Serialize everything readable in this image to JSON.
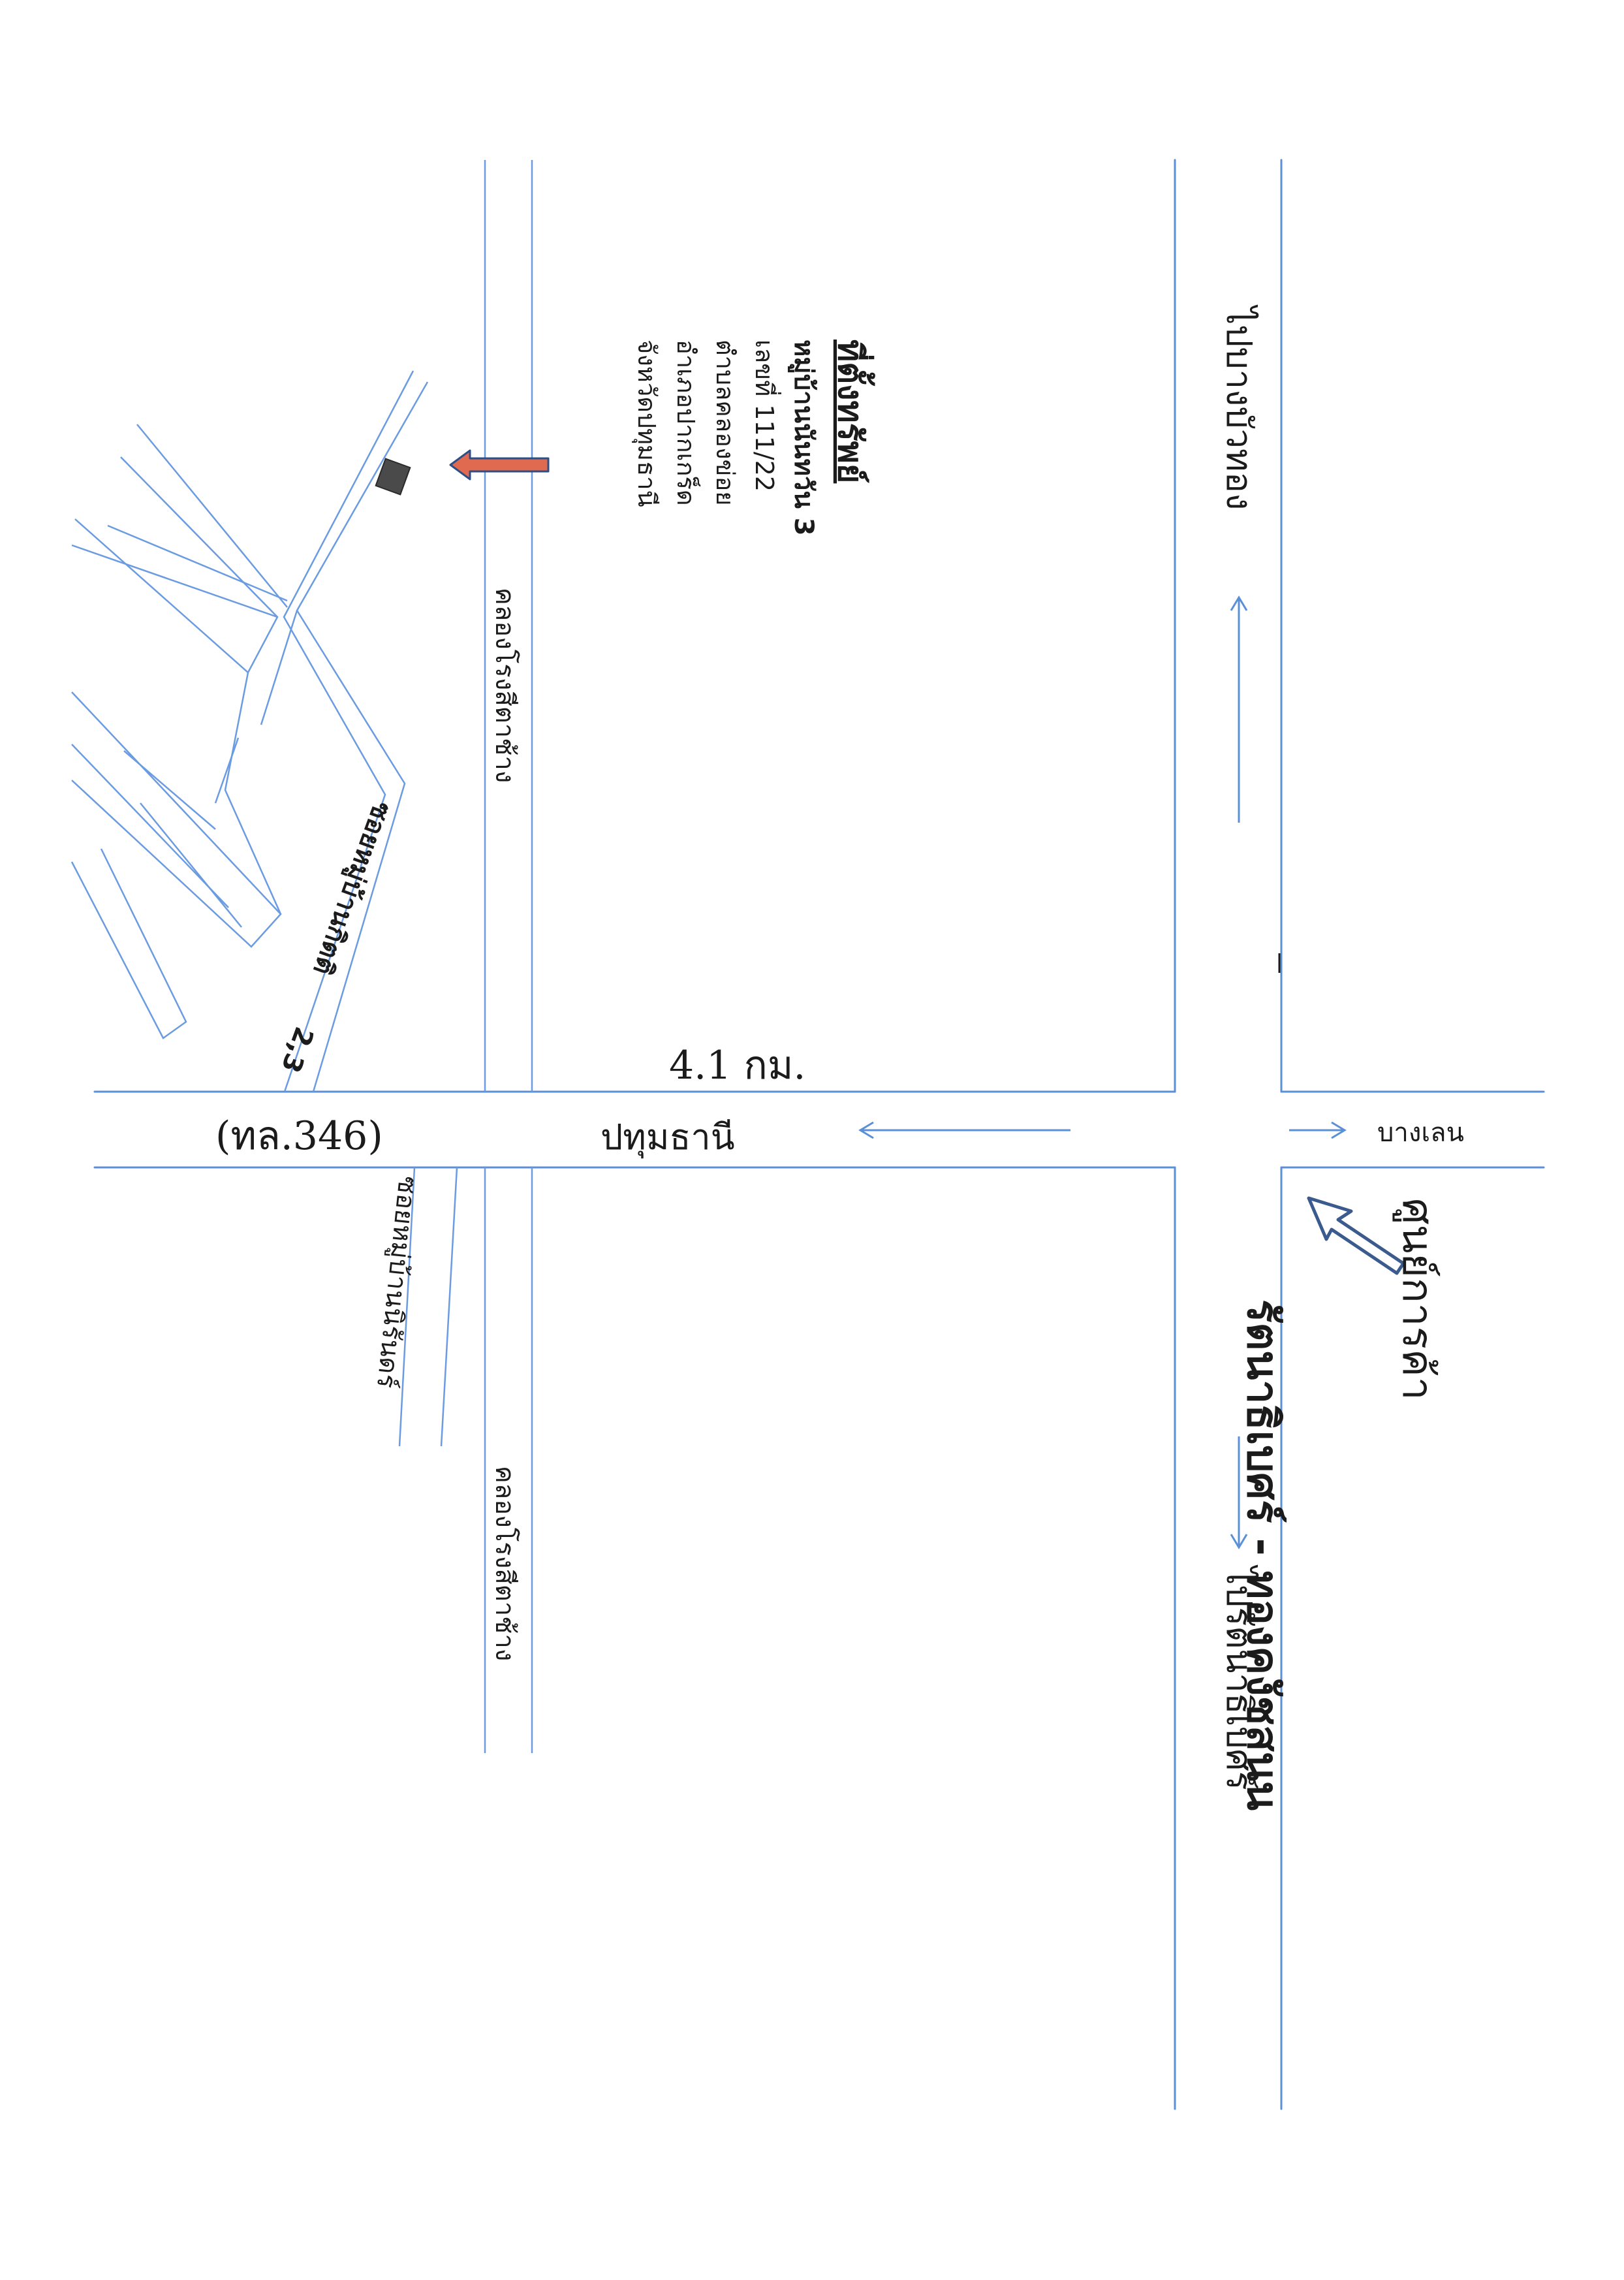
{
  "map": {
    "highway_label": "(ทล.346)",
    "to_pathum_thani": "ปทุมธานี",
    "distance": "4.1 กม.",
    "to_bang_len": "บางเลน",
    "main_road": "รัตนาธิเบศร์ - ทองคงัชสนน",
    "to_bang_bua_thong": "ไปบางบัวทอง",
    "to_sai_noi": "ไปรัตนาธิเบศร์",
    "canal_north": "คลองโรงสีตาช้าง",
    "canal_south": "คลองโรงสีตาช้าง",
    "soi_village": "ซอยหมู่บ้านกิตติ",
    "soi_chalermpol": "ซอยหมู่บ้านนิรันดร์",
    "soi_number": "2,3",
    "landmark": "ศูนย์การค้า",
    "destination": {
      "title": "ที่ตั้งทรัพย์",
      "village": "หมู่บ้านนันทวัน 3",
      "house_no": "เลขที่ 111/22",
      "subdistrict": "ตำบลคลองข่อย",
      "district": "อำเภอปากเกร็ด",
      "province": "จังหวัดปทุมธานี"
    },
    "colors": {
      "road": "#5b8fd6",
      "marker_arrow": "#e06a4f",
      "marker_outline": "#2d4f86",
      "landmark_arrow": "#3b5a8e",
      "building": "#4a4a4a"
    }
  }
}
